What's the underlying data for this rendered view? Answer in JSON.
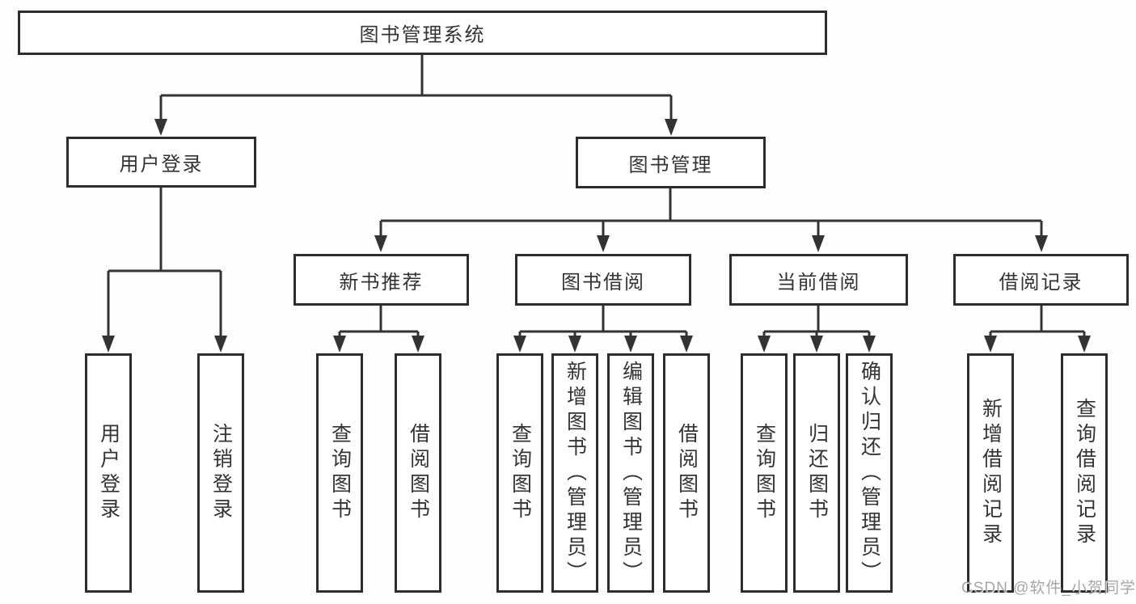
{
  "diagram": {
    "title": {
      "label": "图书管理系统"
    },
    "branches": [
      {
        "label": "用户登录"
      },
      {
        "label": "图书管理"
      }
    ],
    "modules": [
      {
        "label": "新书推荐"
      },
      {
        "label": "图书借阅"
      },
      {
        "label": "当前借阅"
      },
      {
        "label": "借阅记录"
      }
    ],
    "functions": [
      {
        "label": "用户登录"
      },
      {
        "label": "注销登录"
      },
      {
        "label": "查询图书"
      },
      {
        "label": "借阅图书"
      },
      {
        "label": "查询图书"
      },
      {
        "label": "新增图书（管理员）"
      },
      {
        "label": "编辑图书（管理员）"
      },
      {
        "label": "借阅图书"
      },
      {
        "label": "查询图书"
      },
      {
        "label": "归还图书"
      },
      {
        "label": "确认归还（管理员）"
      },
      {
        "label": "新增借阅记录"
      },
      {
        "label": "查询借阅记录"
      }
    ],
    "watermark": {
      "text": "CSDN @软件_小贺同学"
    },
    "colors": {
      "line": "#333333",
      "border": "#2d2d2d",
      "text": "#333333",
      "box_background": "#ffffff",
      "watermark": "#9a9a9a"
    }
  }
}
